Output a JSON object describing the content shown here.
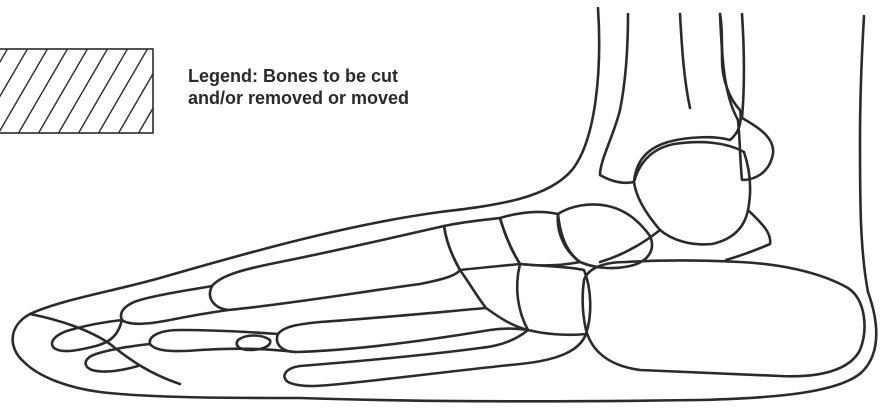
{
  "legend": {
    "line1": "Legend: Bones to be cut",
    "line2": "and/or removed or moved",
    "swatch": "diagonal-hatch"
  },
  "colors": {
    "background": "#ffffff",
    "outline": "#2b2b2b",
    "text": "#2a2a2a"
  }
}
